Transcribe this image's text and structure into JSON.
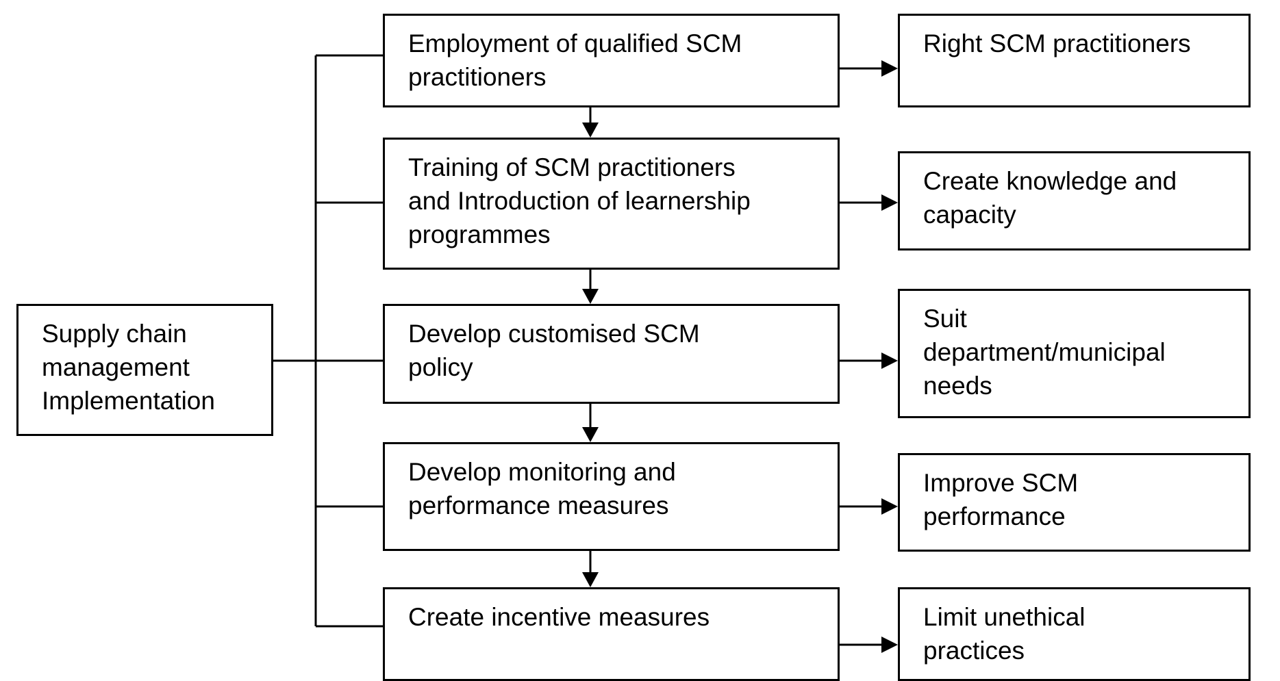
{
  "root": {
    "lines": [
      "Supply chain",
      "management",
      "Implementation"
    ]
  },
  "steps": [
    {
      "lines": [
        "Employment of qualified SCM",
        "practitioners"
      ]
    },
    {
      "lines": [
        "Training of SCM practitioners",
        "and Introduction of learnership",
        "programmes"
      ]
    },
    {
      "lines": [
        "Develop customised SCM",
        "policy"
      ]
    },
    {
      "lines": [
        "Develop monitoring and",
        "performance measures"
      ]
    },
    {
      "lines": [
        "Create incentive measures"
      ]
    }
  ],
  "outcomes": [
    {
      "lines": [
        "Right SCM practitioners"
      ]
    },
    {
      "lines": [
        "Create knowledge and",
        "capacity"
      ]
    },
    {
      "lines": [
        "Suit",
        "department/municipal",
        "needs"
      ]
    },
    {
      "lines": [
        "Improve SCM",
        "performance"
      ]
    },
    {
      "lines": [
        "Limit unethical",
        "practices"
      ]
    }
  ],
  "colors": {
    "stroke": "#000000",
    "fill": "#ffffff"
  }
}
